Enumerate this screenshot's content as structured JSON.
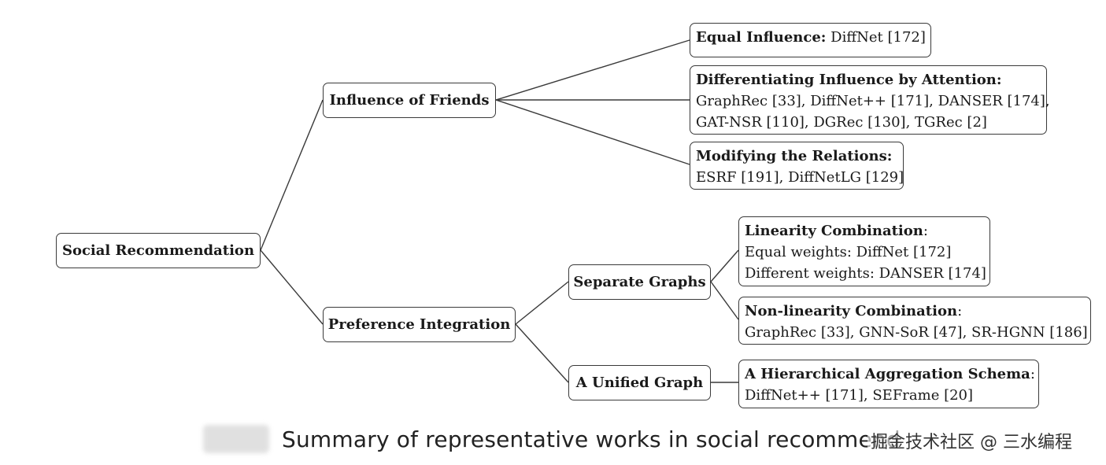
{
  "nodes": {
    "root": {
      "label": "Social Recommendation"
    },
    "friends": {
      "label": "Influence of Friends"
    },
    "preference": {
      "label": "Preference Integration"
    },
    "separate": {
      "label": "Separate Graphs"
    },
    "unified": {
      "label": "A Unified Graph"
    },
    "equal": {
      "title": "Equal Influence:",
      "rest": " DiffNet [172]"
    },
    "attention": {
      "title": "Differentiating Influence by Attention:",
      "line1": "GraphRec [33], DiffNet++ [171], DANSER [174],",
      "line2": "GAT-NSR [110], DGRec [130], TGRec [2]"
    },
    "modifying": {
      "title": "Modifying the Relations:",
      "line1": "ESRF [191], DiffNetLG [129]"
    },
    "linearity": {
      "title": "Linearity Combination",
      "colon": ":",
      "line1": "Equal weights: DiffNet [172]",
      "line2": "Different weights: DANSER [174]"
    },
    "nonlinearity": {
      "title": "Non-linearity Combination",
      "colon": ":",
      "line1": "GraphRec [33], GNN-SoR [47], SR-HGNN [186]"
    },
    "hierarchical": {
      "title": "A Hierarchical Aggregation Schema",
      "colon": ":",
      "line1": "DiffNet++ [171], SEFrame [20]"
    }
  },
  "caption": {
    "text": "Summary of representative works in social recommend"
  },
  "watermark": {
    "text": "掘金技术社区 @ 三水编程"
  },
  "colors": {
    "edge": "#3a3a3a",
    "border": "#3a3a3a"
  }
}
